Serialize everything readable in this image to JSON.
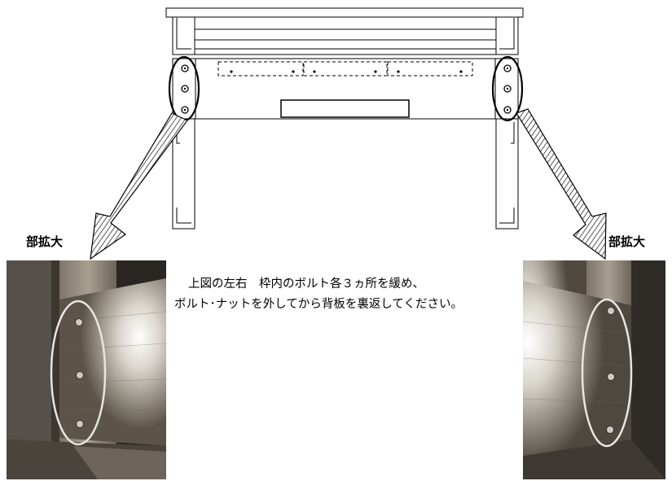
{
  "labels": {
    "zoom_left": "部拡大",
    "zoom_right": "部拡大"
  },
  "instruction": {
    "line1": "上図の左右　枠内のボルト各３ヵ所を緩め、",
    "line2": "ボルト･ナットを外してから背板を裏返してください。"
  },
  "colors": {
    "line": "#000000",
    "highlight_ellipse": "#e6e6e6",
    "photo_dark": "#1a1a1a",
    "photo_wood": "#8a8070"
  }
}
